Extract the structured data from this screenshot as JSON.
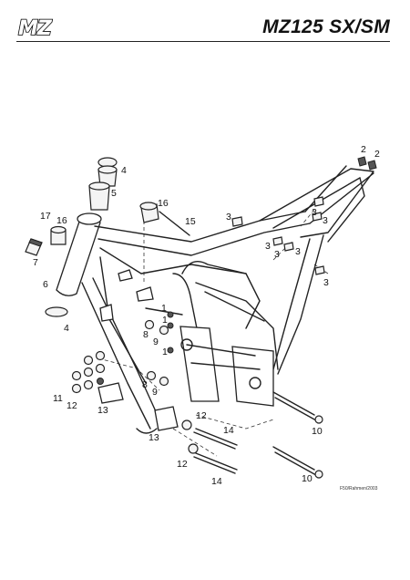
{
  "header": {
    "logo_text": "MZ",
    "model_title": "MZ125 SX/SM"
  },
  "diagram": {
    "callouts": [
      "2",
      "2",
      "4",
      "5",
      "16",
      "15",
      "17",
      "16",
      "7",
      "6",
      "4",
      "3",
      "3",
      "3",
      "3",
      "3",
      "3",
      "3",
      "1",
      "1",
      "1",
      "8",
      "9",
      "8",
      "9",
      "11",
      "12",
      "13",
      "13",
      "12",
      "14",
      "12",
      "14",
      "10",
      "10"
    ],
    "reference_code": "F50/Rahmen/2003"
  }
}
